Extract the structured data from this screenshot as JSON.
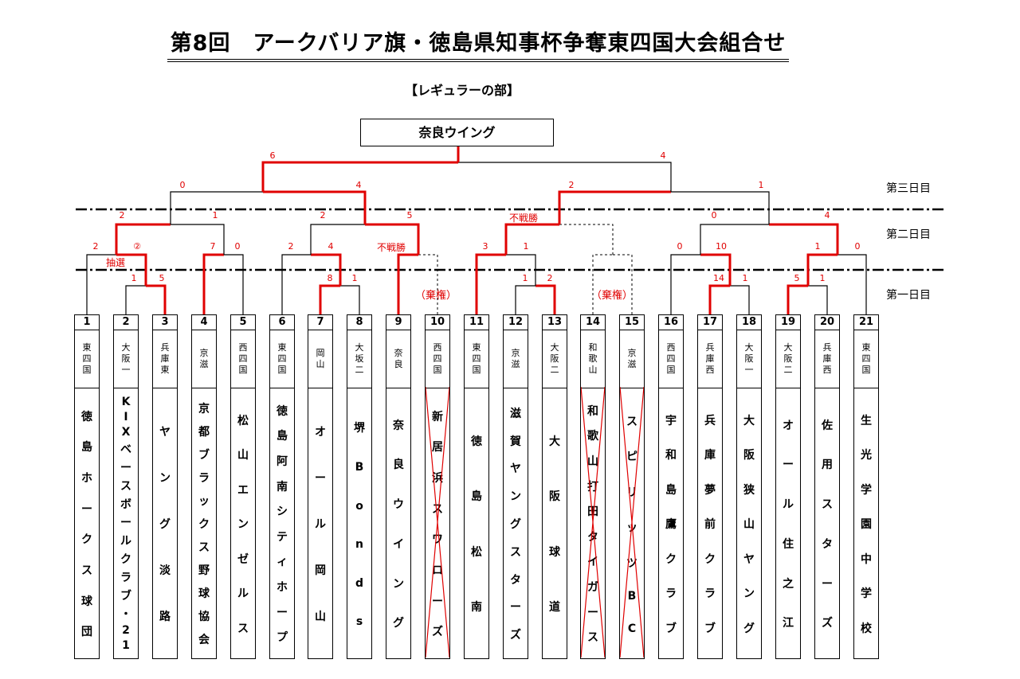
{
  "title": "第8回　アークバリア旗・徳島県知事杯争奪東四国大会組合せ",
  "subtitle": "【レギュラーの部】",
  "champion": "奈良ウイング",
  "days": [
    "第三日目",
    "第二日目",
    "第一日目"
  ],
  "colors": {
    "winner": "#e00000",
    "line": "#000000",
    "dash": "#000000"
  },
  "teams": [
    {
      "num": "1",
      "pref": "東四国",
      "name": "徳島ホークス球団",
      "withdrawn": false
    },
    {
      "num": "2",
      "pref": "大阪一",
      "name": "KIXベースボールクラブ・21",
      "withdrawn": false
    },
    {
      "num": "3",
      "pref": "兵庫東",
      "name": "ヤング淡路",
      "withdrawn": false
    },
    {
      "num": "4",
      "pref": "京滋",
      "name": "京都ブラックス野球協会",
      "withdrawn": false
    },
    {
      "num": "5",
      "pref": "西四国",
      "name": "松山エンゼルス",
      "withdrawn": false
    },
    {
      "num": "6",
      "pref": "東四国",
      "name": "徳島阿南シティホープ",
      "withdrawn": false
    },
    {
      "num": "7",
      "pref": "岡山",
      "name": "オール岡山",
      "withdrawn": false
    },
    {
      "num": "8",
      "pref": "大坂二",
      "name": "堺Bonds",
      "withdrawn": false
    },
    {
      "num": "9",
      "pref": "奈良",
      "name": "奈良ウイング",
      "withdrawn": false
    },
    {
      "num": "10",
      "pref": "西四国",
      "name": "新居浜スワローズ",
      "withdrawn": true
    },
    {
      "num": "11",
      "pref": "東四国",
      "name": "徳島松南",
      "withdrawn": false
    },
    {
      "num": "12",
      "pref": "京滋",
      "name": "滋賀ヤングスターズ",
      "withdrawn": false
    },
    {
      "num": "13",
      "pref": "大阪二",
      "name": "大阪球道",
      "withdrawn": false
    },
    {
      "num": "14",
      "pref": "和歌山",
      "name": "和歌山打田タイガース",
      "withdrawn": true
    },
    {
      "num": "15",
      "pref": "京滋",
      "name": "スピリッツBC",
      "withdrawn": true
    },
    {
      "num": "16",
      "pref": "西四国",
      "name": "宇和島鷹クラブ",
      "withdrawn": false
    },
    {
      "num": "17",
      "pref": "兵庫西",
      "name": "兵庫夢前クラブ",
      "withdrawn": false
    },
    {
      "num": "18",
      "pref": "大阪一",
      "name": "大阪狭山ヤング",
      "withdrawn": false
    },
    {
      "num": "19",
      "pref": "大阪二",
      "name": "オール住之江",
      "withdrawn": false
    },
    {
      "num": "20",
      "pref": "兵庫西",
      "name": "佐用スターズ",
      "withdrawn": false
    },
    {
      "num": "21",
      "pref": "東四国",
      "name": "生光学園中学校",
      "withdrawn": false
    }
  ],
  "scores": {
    "day1_2v3": [
      "1",
      "5"
    ],
    "day1_7v8": [
      "8",
      "1"
    ],
    "day1_12v13": [
      "1",
      "2"
    ],
    "day1_17v18": [
      "14",
      "1"
    ],
    "day1_19v20": [
      "5",
      "1"
    ],
    "day2_1v23": [
      "2",
      "②"
    ],
    "day2_4v5": [
      "7",
      "0"
    ],
    "day2_6v78": [
      "2",
      "4"
    ],
    "day2_11v1213": [
      "3",
      "1"
    ],
    "day2_16v1718": [
      "0",
      "10"
    ],
    "day2_1920v21": [
      "1",
      "0"
    ],
    "day2_L1": [
      "2",
      "1"
    ],
    "day2_L2": [
      "2",
      "5"
    ],
    "day2_R1": [
      "0",
      "4"
    ],
    "day3_L": [
      "0",
      "4"
    ],
    "day3_R": [
      "2",
      "1"
    ],
    "final": [
      "6",
      "4"
    ]
  },
  "notes": {
    "lottery": "抽選",
    "walkover1": "不戦勝",
    "walkover2": "不戦勝",
    "withdraw1": "（棄権）",
    "withdraw2": "（棄権）"
  }
}
